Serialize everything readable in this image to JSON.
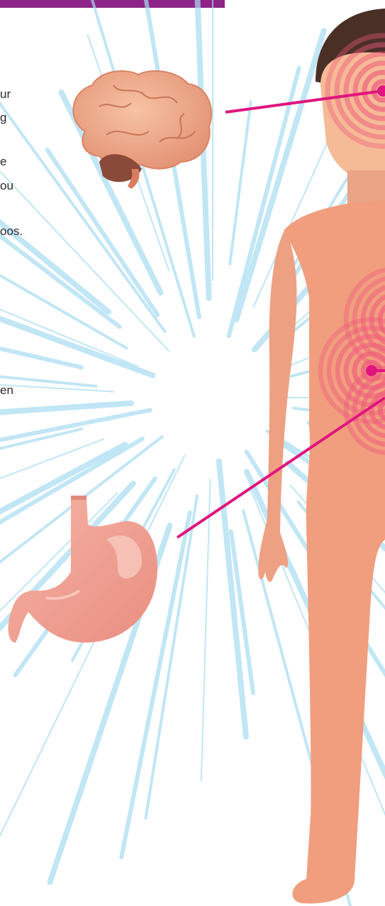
{
  "header_bar": {
    "color": "#8e2487"
  },
  "text_fragments": [
    "ur",
    "g",
    "e",
    "ou",
    "oos.",
    "en"
  ],
  "illustrations": {
    "brain": "brain-icon",
    "stomach": "stomach-icon",
    "body": "human-body-figure"
  },
  "colors": {
    "callout_line": "#e0157f",
    "pain_ring": "#ef5b7c",
    "skin": "#f19e7f",
    "hair": "#4a2f27",
    "burst": "#9fd8ef"
  }
}
